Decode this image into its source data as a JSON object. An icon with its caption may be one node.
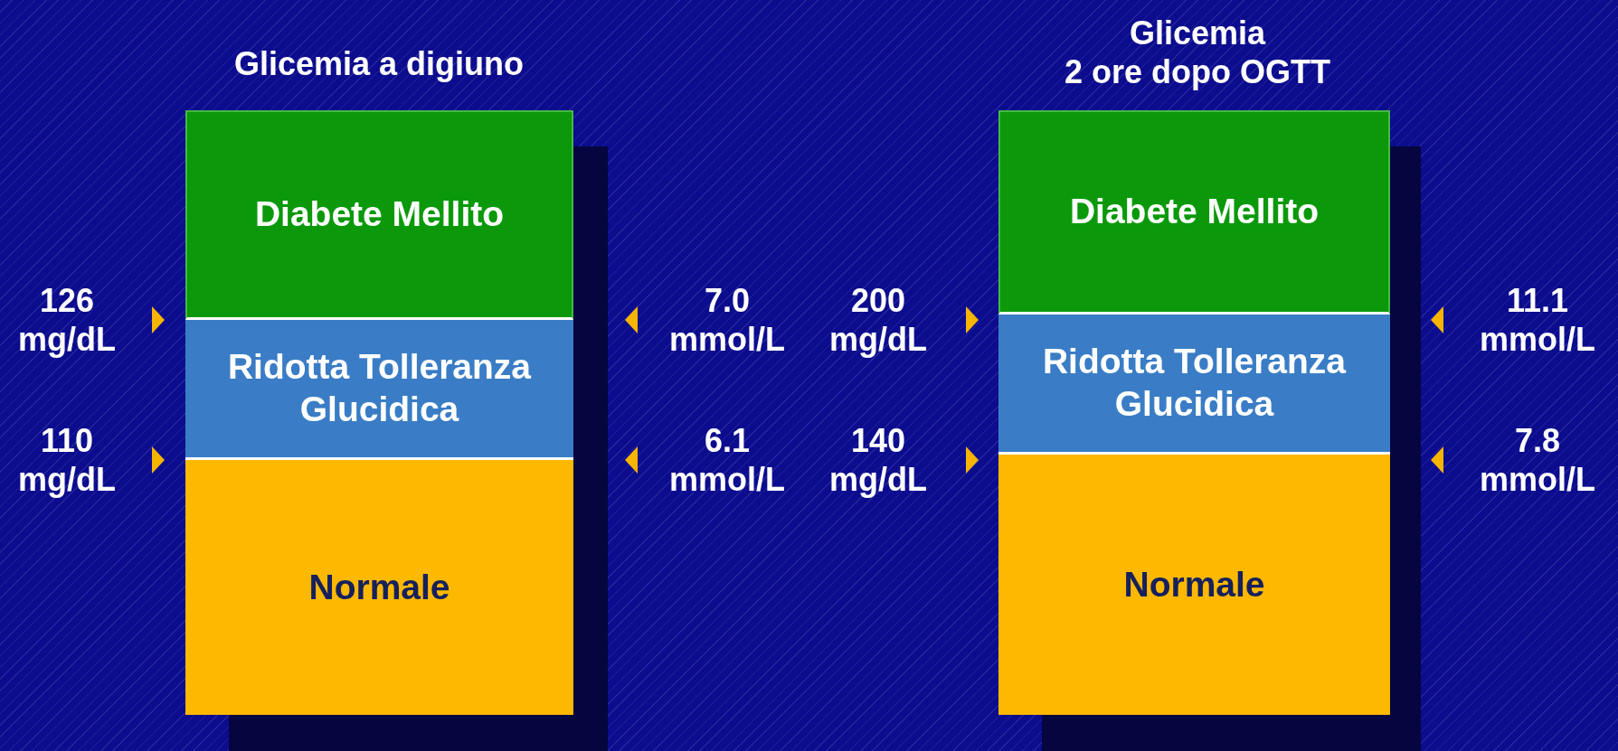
{
  "diagram": {
    "nodes": [
      {
        "text": [
          "Diabete Mellito"
        ]
      },
      {
        "text": [
          "Ridotta Tolleranza Glucidica"
        ]
      },
      {
        "text": [
          "Normale"
        ]
      },
      {
        "text": [
          "Diabete Mellito"
        ]
      },
      {
        "text": [
          "Ridotta Tolleranza Glucidica"
        ]
      },
      {
        "text": [
          "Normale"
        ]
      },
      {
        "text": [
          "126 mg/dL"
        ]
      },
      {
        "text": [
          "7.0 mmol/L"
        ]
      },
      {
        "text": [
          "200 mg/dL"
        ]
      },
      {
        "text": [
          "11.1 mmol/L"
        ]
      },
      {
        "text": [
          "110 mg/dL"
        ]
      },
      {
        "text": [
          "6.1 mmol/L"
        ]
      },
      {
        "text": [
          "140 mg/dL"
        ]
      },
      {
        "text": [
          "7.8 mmol/L"
        ]
      }
    ],
    "edges": [
      {
        "from": 6,
        "to": null,
        "arrow": "to"
      },
      {
        "from": 7,
        "to": null,
        "arrow": "to"
      },
      {
        "from": 8,
        "to": null,
        "arrow": "to"
      },
      {
        "from": 9,
        "to": null,
        "arrow": "to"
      },
      {
        "from": 10,
        "to": null,
        "arrow": "to"
      },
      {
        "from": 11,
        "to": null,
        "arrow": "to"
      },
      {
        "from": 12,
        "to": null,
        "arrow": "to"
      },
      {
        "from": 13,
        "to": null,
        "arrow": "to"
      }
    ],
    "labels": [
      "Glicemia a digiuno",
      "Glicemia 2 ore dopo OGTT"
    ]
  }
}
